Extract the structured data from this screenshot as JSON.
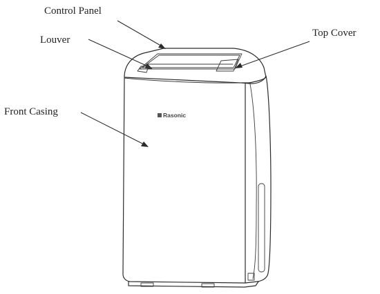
{
  "labels": {
    "control_panel": "Control Panel",
    "louver": "Louver",
    "top_cover": "Top Cover",
    "front_casing": "Front Casing"
  },
  "brand": {
    "logo_text": "Rasonic"
  },
  "colors": {
    "line": "#2a2a2a",
    "text": "#222222",
    "background": "#ffffff"
  }
}
